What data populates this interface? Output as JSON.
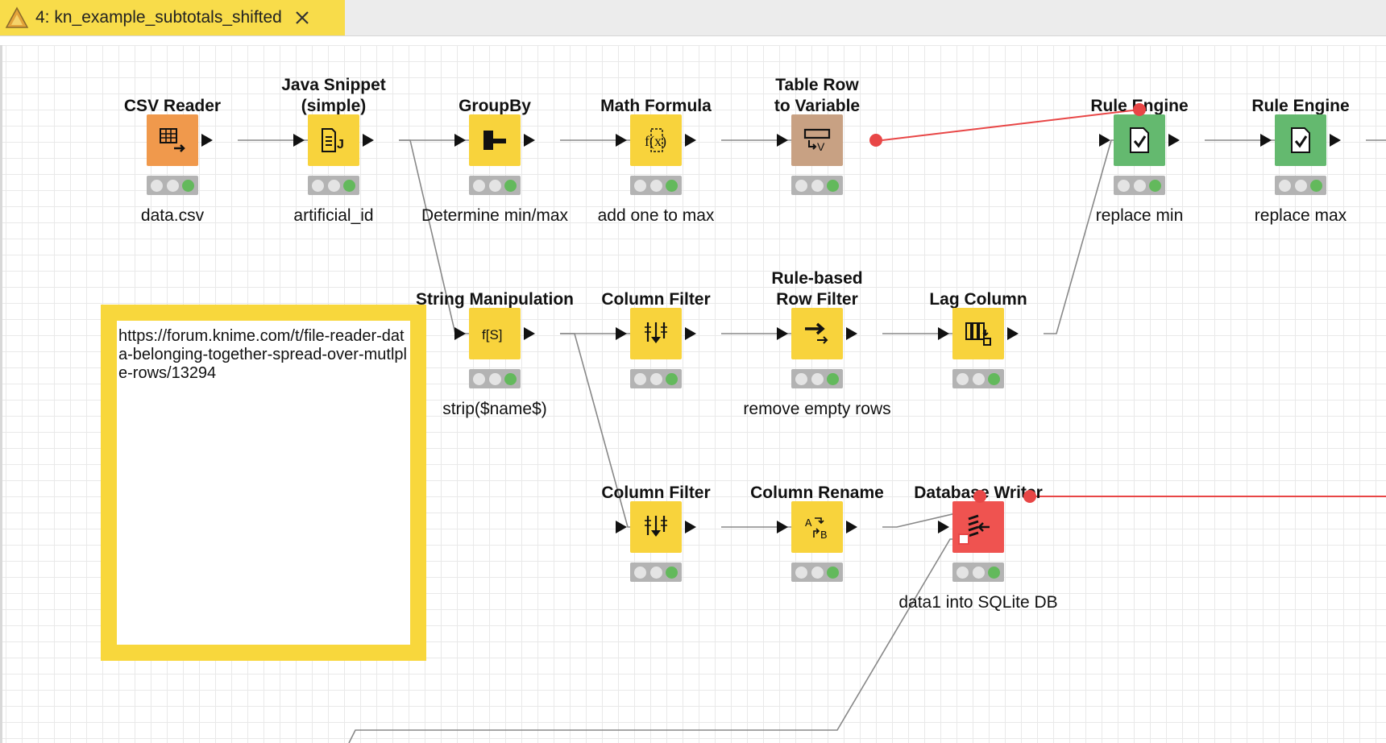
{
  "tab": {
    "title": "4: kn_example_subtotals_shifted",
    "icon": "knime-triangle-icon",
    "close_icon": "close-x-icon",
    "color": "#f8dc4a"
  },
  "colors": {
    "reader": "#f0994c",
    "manipulator": "#f8d33c",
    "variable": "#c8a183",
    "rule_engine": "#64b96f",
    "database": "#ef5350",
    "flow_variable": "#e84646",
    "connection": "#888888"
  },
  "annotation": {
    "text": "https://forum.knime.com/t/file-reader-data-belonging-together-spread-over-mutlple-rows/13294"
  },
  "nodes": [
    {
      "name": "CSV Reader",
      "label": "data.csv",
      "icon": "csv-table-icon",
      "kind": "reader"
    },
    {
      "name": "Java Snippet\n(simple)",
      "label": "artificial_id",
      "icon": "java-snippet-icon",
      "kind": "manipulator"
    },
    {
      "name": "GroupBy",
      "label": "Determine min/max",
      "icon": "groupby-icon",
      "kind": "manipulator"
    },
    {
      "name": "Math Formula",
      "label": "add one to max",
      "icon": "math-formula-icon",
      "kind": "manipulator"
    },
    {
      "name": "Table Row\nto Variable",
      "label": "",
      "icon": "table-to-variable-icon",
      "kind": "variable"
    },
    {
      "name": "Rule Engine",
      "label": "replace min",
      "icon": "rule-engine-icon",
      "kind": "rule_engine"
    },
    {
      "name": "Rule Engine",
      "label": "replace max",
      "icon": "rule-engine-icon",
      "kind": "rule_engine"
    },
    {
      "name": "String Manipulation",
      "label": "strip($name$)",
      "icon": "string-manipulation-icon",
      "kind": "manipulator"
    },
    {
      "name": "Column Filter",
      "label": "",
      "icon": "column-filter-icon",
      "kind": "manipulator"
    },
    {
      "name": "Rule-based\nRow Filter",
      "label": "remove empty rows",
      "icon": "row-filter-icon",
      "kind": "manipulator"
    },
    {
      "name": "Lag Column",
      "label": "",
      "icon": "lag-column-icon",
      "kind": "manipulator"
    },
    {
      "name": "Column Filter",
      "label": "",
      "icon": "column-filter-icon",
      "kind": "manipulator"
    },
    {
      "name": "Column Rename",
      "label": "",
      "icon": "column-rename-icon",
      "kind": "manipulator"
    },
    {
      "name": "Database Writer",
      "label": "data1 into SQLite DB",
      "icon": "database-writer-icon",
      "kind": "database"
    }
  ]
}
